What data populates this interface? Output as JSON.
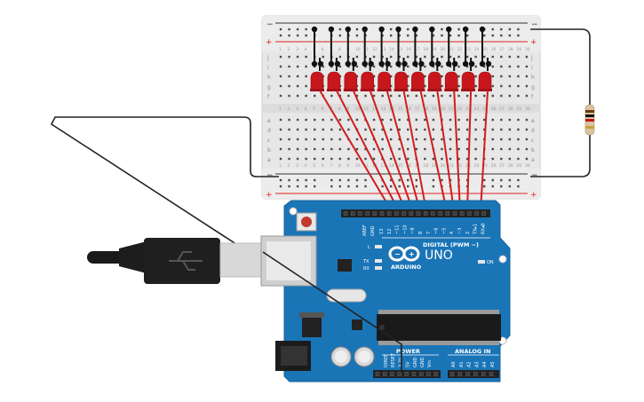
{
  "breadboard": {
    "rail_plus": "+",
    "rail_minus": "−",
    "row_letters_top": [
      "j",
      "i",
      "h",
      "g",
      "f"
    ],
    "row_letters_bottom": [
      "e",
      "d",
      "c",
      "b",
      "a"
    ],
    "column_numbers": [
      "1",
      "2",
      "3",
      "4",
      "5",
      "6",
      "7",
      "8",
      "9",
      "10",
      "11",
      "12",
      "13",
      "14",
      "15",
      "16",
      "17",
      "18",
      "19",
      "20",
      "21",
      "22",
      "23",
      "24",
      "25",
      "26",
      "27",
      "28",
      "29",
      "30"
    ]
  },
  "leds": {
    "count": 11,
    "color": "#c8171c"
  },
  "resistor": {
    "body_color": "#d9c6a0"
  },
  "arduino": {
    "brand": "ARDUINO",
    "model": "UNO",
    "board_color": "#1a75b7",
    "labels": {
      "digital": "DIGITAL (PWM ~)",
      "power": "POWER",
      "analog": "ANALOG IN",
      "aref": "AREF",
      "gnd": "GND",
      "l": "L",
      "tx": "TX",
      "rx": "RX",
      "on": "ON"
    },
    "digital_pins": [
      "13",
      "12",
      "~11",
      "~10",
      "~9",
      "8",
      "7",
      "~6",
      "~5",
      "4",
      "~3",
      "2",
      "TX▸1",
      "RX◂0"
    ],
    "power_pins": [
      "IOREF",
      "RESET",
      "3.3V",
      "5V",
      "GND",
      "GND",
      "Vin"
    ],
    "analog_pins": [
      "A0",
      "A1",
      "A2",
      "A3",
      "A4",
      "A5"
    ]
  },
  "wire_color": "#d11d1d"
}
